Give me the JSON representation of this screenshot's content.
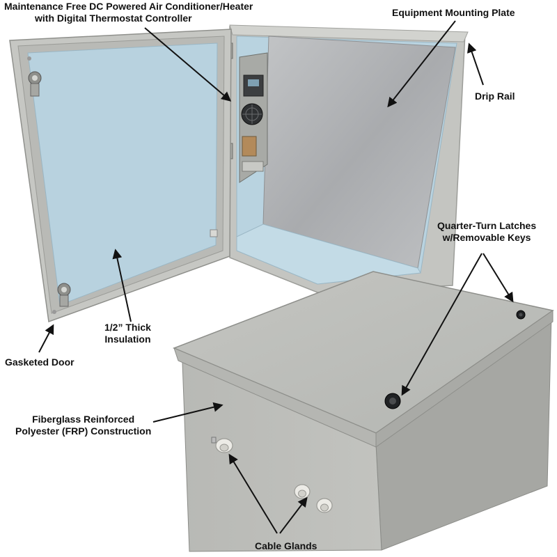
{
  "callouts": {
    "ac_heater": {
      "lines": [
        "Maintenance Free DC Powered Air Conditioner/Heater",
        "with Digital Thermostat Controller"
      ]
    },
    "mounting_plate": {
      "lines": [
        "Equipment Mounting Plate"
      ]
    },
    "drip_rail": {
      "lines": [
        "Drip Rail"
      ]
    },
    "latches": {
      "lines": [
        "Quarter-Turn Latches",
        "w/Removable Keys"
      ]
    },
    "insulation": {
      "lines": [
        "1/2” Thick",
        "Insulation"
      ]
    },
    "gasketed_door": {
      "lines": [
        "Gasketed Door"
      ]
    },
    "frp": {
      "lines": [
        "Fiberglass Reinforced",
        "Polyester (FRP) Construction"
      ]
    },
    "cable_glands": {
      "lines": [
        "Cable Glands"
      ]
    }
  },
  "colors": {
    "enclosure_gray": "#c9cac6",
    "insulation_blue": "#b9d3e0",
    "mounting_plate": "#aeb0b2",
    "arrow": "#111111"
  }
}
